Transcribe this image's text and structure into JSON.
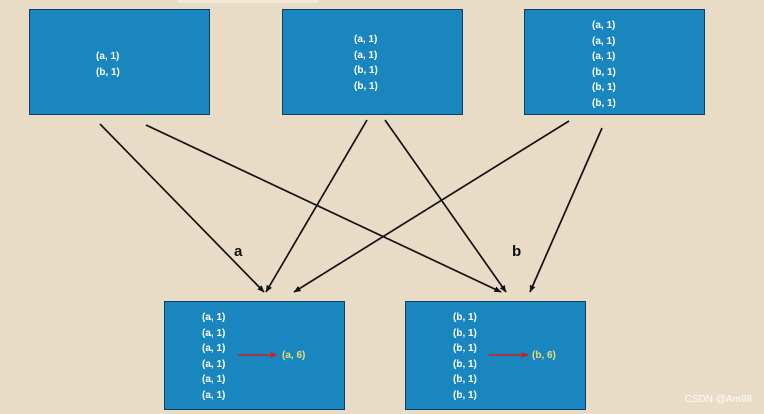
{
  "diagram": {
    "top_boxes": [
      {
        "id": "top-left",
        "pairs": [
          "(a, 1)",
          "(b, 1)"
        ]
      },
      {
        "id": "top-middle",
        "pairs": [
          "(a, 1)",
          "(a, 1)",
          "(b, 1)",
          "(b, 1)"
        ]
      },
      {
        "id": "top-right",
        "pairs": [
          "(a, 1)",
          "(a, 1)",
          "(a, 1)",
          "(b, 1)",
          "(b, 1)",
          "(b, 1)"
        ]
      }
    ],
    "bottom_boxes": [
      {
        "id": "bottom-a",
        "pairs": [
          "(a, 1)",
          "(a, 1)",
          "(a, 1)",
          "(a, 1)",
          "(a, 1)",
          "(a, 1)"
        ],
        "result": "(a, 6)"
      },
      {
        "id": "bottom-b",
        "pairs": [
          "(b, 1)",
          "(b, 1)",
          "(b, 1)",
          "(b, 1)",
          "(b, 1)",
          "(b, 1)"
        ],
        "result": "(b, 6)"
      }
    ],
    "key_labels": {
      "a": "a",
      "b": "b"
    }
  },
  "watermark": "CSDN @Am98",
  "colors": {
    "background": "#e8dcc6",
    "box_fill": "#1a86c0",
    "box_border": "#0c3f62",
    "pair_text": "#ffffff",
    "result_text": "#e5e06a",
    "arrow": "#111111",
    "result_arrow": "#c8231c"
  }
}
